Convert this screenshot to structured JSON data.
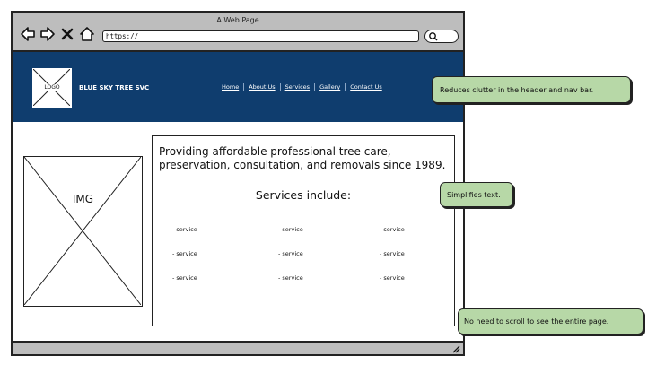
{
  "browser": {
    "title": "A Web Page",
    "url": "https://",
    "icons": [
      "back-arrow-icon",
      "forward-arrow-icon",
      "close-icon",
      "home-icon",
      "search-icon",
      "resize-grip-icon"
    ]
  },
  "header": {
    "logo_label": "LOGO",
    "brand": "BLUE SKY TREE SVC",
    "background_color": "#0f3d6e",
    "nav": [
      "Home",
      "About Us",
      "Services",
      "Gallery",
      "Contact Us"
    ]
  },
  "image_placeholder": {
    "label": "IMG"
  },
  "main": {
    "lead": "Providing affordable professional tree care, preservation, consultation, and removals since 1989.",
    "services_title": "Services include:",
    "services": [
      [
        "- service",
        "- service",
        "- service"
      ],
      [
        "- service",
        "- service",
        "- service"
      ],
      [
        "- service",
        "- service",
        "- service"
      ]
    ]
  },
  "annotations": {
    "color": "#b7d8a7",
    "header_note": "Reduces clutter in the header and nav bar.",
    "text_note": "Simplifies text.",
    "scroll_note": "No need to scroll to see the entire page."
  }
}
